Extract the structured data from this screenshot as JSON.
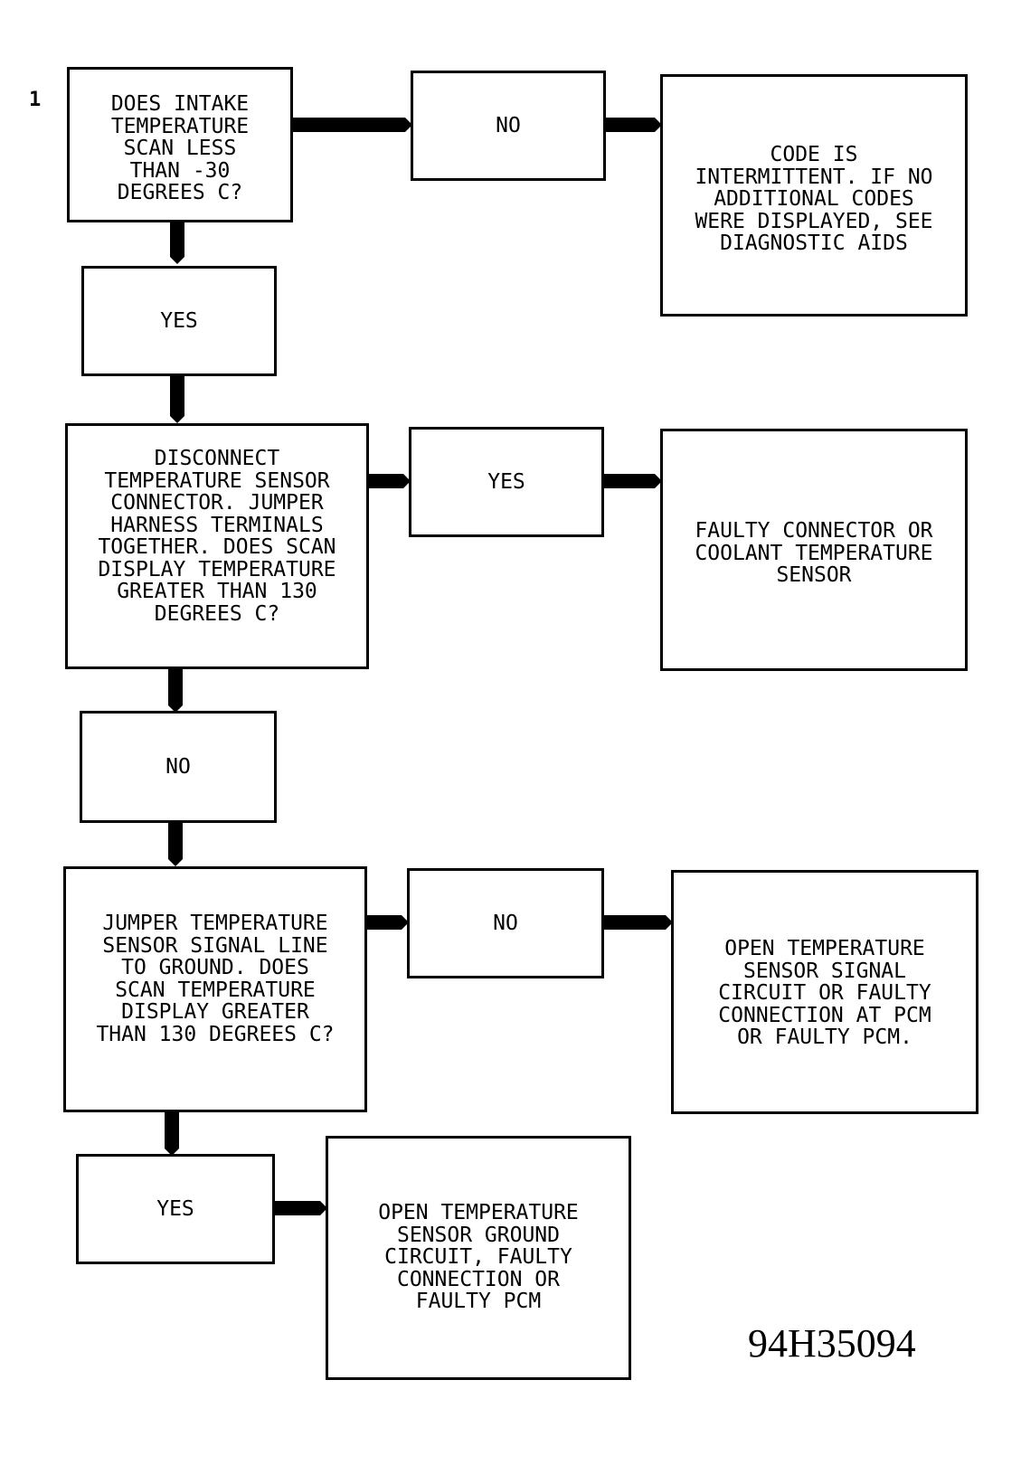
{
  "diagram": {
    "step_number": "1",
    "figure_id": "94H35094",
    "boxes": {
      "q1": "DOES INTAKE\nTEMPERATURE\nSCAN LESS\nTHAN -30\nDEGREES C?",
      "q1_no": "NO",
      "r1": "CODE IS\nINTERMITTENT. IF NO\nADDITIONAL CODES\nWERE DISPLAYED, SEE\nDIAGNOSTIC AIDS",
      "q1_yes": "YES",
      "q2": "DISCONNECT\nTEMPERATURE SENSOR\nCONNECTOR. JUMPER\nHARNESS TERMINALS\nTOGETHER. DOES SCAN\nDISPLAY TEMPERATURE\nGREATER THAN 130\nDEGREES C?",
      "q2_yes": "YES",
      "r2": "FAULTY CONNECTOR OR\nCOOLANT TEMPERATURE\nSENSOR",
      "q2_no": "NO",
      "q3": "JUMPER TEMPERATURE\nSENSOR SIGNAL LINE\nTO GROUND. DOES\nSCAN TEMPERATURE\nDISPLAY GREATER\nTHAN 130 DEGREES C?",
      "q3_no": "NO",
      "r3": "OPEN TEMPERATURE\nSENSOR SIGNAL\nCIRCUIT OR FAULTY\nCONNECTION AT PCM\nOR FAULTY PCM.",
      "q3_yes": "YES",
      "r4": "OPEN TEMPERATURE\nSENSOR GROUND\nCIRCUIT, FAULTY\nCONNECTION OR\nFAULTY PCM"
    }
  }
}
